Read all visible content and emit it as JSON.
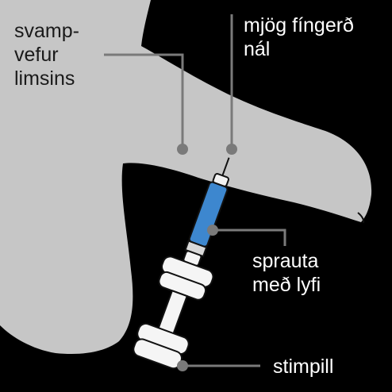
{
  "labels": {
    "tissue": "svamp-\nvefur\nlimsins",
    "needle": "mjög fíngerð\nnál",
    "syringe": "sprauta\nmeð lyfi",
    "plunger": "stimpill"
  },
  "colors": {
    "background": "#000000",
    "anatomy": "#c6c6c6",
    "leader": "#7a7a7a",
    "label_dark": "#1a1a1a",
    "label_light": "#ffffff",
    "syringe_body": "#3d87cf",
    "plunger": "#f5f5f5"
  }
}
